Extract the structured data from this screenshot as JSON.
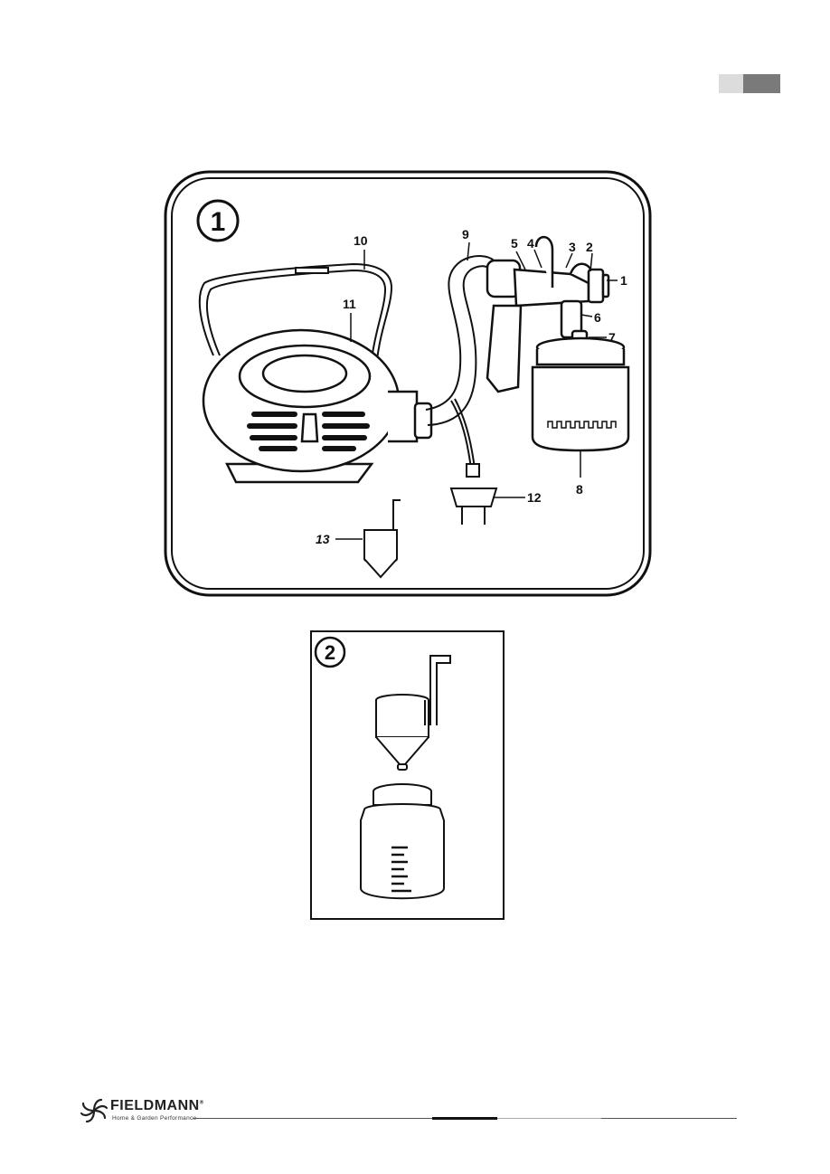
{
  "figure1": {
    "number": "1",
    "callouts": [
      "1",
      "2",
      "3",
      "4",
      "5",
      "6",
      "7",
      "8",
      "9",
      "10",
      "11",
      "12",
      "13"
    ]
  },
  "figure2": {
    "number": "2"
  },
  "footer": {
    "brand": "FIELDMANN",
    "trademark": "®",
    "tagline": "Home & Garden Performance"
  }
}
